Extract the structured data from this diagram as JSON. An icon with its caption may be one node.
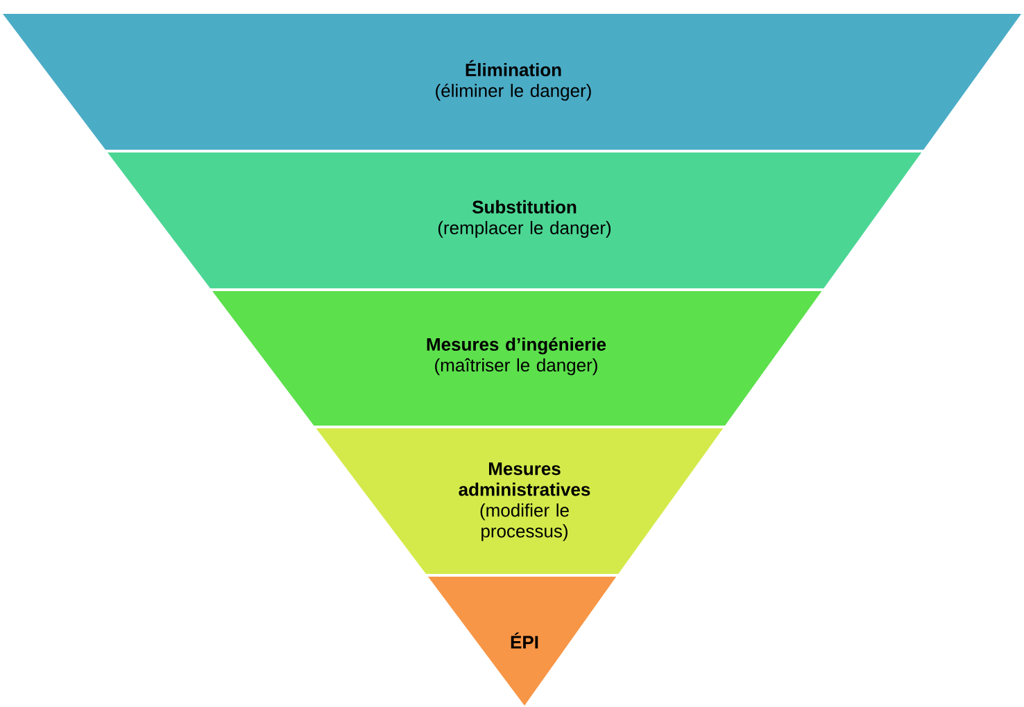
{
  "diagram": {
    "nodes": [
      {
        "text": [
          "Élimination",
          "(éliminer le danger)"
        ]
      },
      {
        "text": [
          "Substitution",
          "(remplacer le danger)"
        ]
      },
      {
        "text": [
          "Mesures d’ingénierie",
          "(maîtriser le danger)"
        ]
      },
      {
        "text": [
          "Mesures administratives",
          "(modifier le processus)"
        ]
      },
      {
        "text": [
          "ÉPI"
        ]
      }
    ]
  }
}
